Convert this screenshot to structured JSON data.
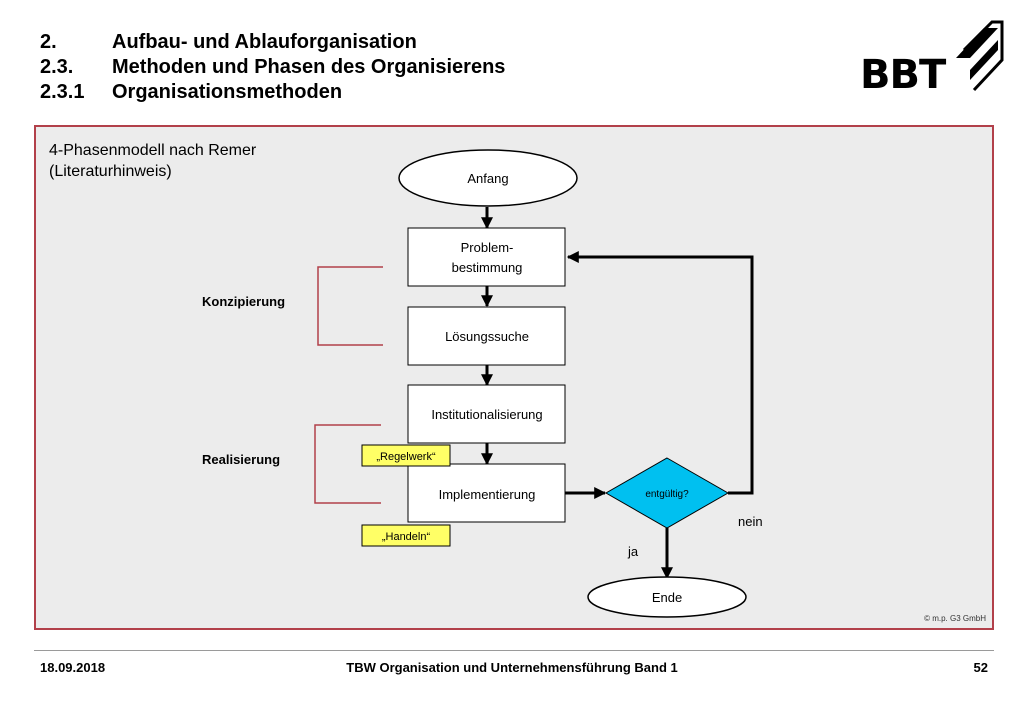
{
  "header": {
    "line1": {
      "num": "2.",
      "text": "Aufbau- und Ablauforganisation"
    },
    "line2": {
      "num": "2.3.",
      "text": "Methoden und Phasen des Organisierens"
    },
    "line3": {
      "num": "2.3.1",
      "text": "Organisationsmethoden"
    }
  },
  "logo": {
    "text": "BBT"
  },
  "panel": {
    "title_line1": "4-Phasenmodell nach Remer",
    "title_line2": "(Literaturhinweis)"
  },
  "flow": {
    "start": "Anfang",
    "step1_line1": "Problem-",
    "step1_line2": "bestimmung",
    "step2": "Lösungssuche",
    "step3": "Institutionalisierung",
    "step4": "Implementierung",
    "decision": "entgültig?",
    "yes": "ja",
    "no": "nein",
    "end": "Ende",
    "tag_regelwerk": "„Regelwerk“",
    "tag_handeln": "„Handeln“",
    "group_konzipierung": "Konzipierung",
    "group_realisierung": "Realisierung"
  },
  "copyright": "© m.p. G3 GmbH",
  "colors": {
    "frame": "#b2404a",
    "decision_fill": "#00c0f0",
    "tag_fill": "#ffff66",
    "panel_bg": "#ececec"
  },
  "footer": {
    "date": "18.09.2018",
    "title": "TBW Organisation und Unternehmensführung Band 1",
    "page": "52"
  }
}
